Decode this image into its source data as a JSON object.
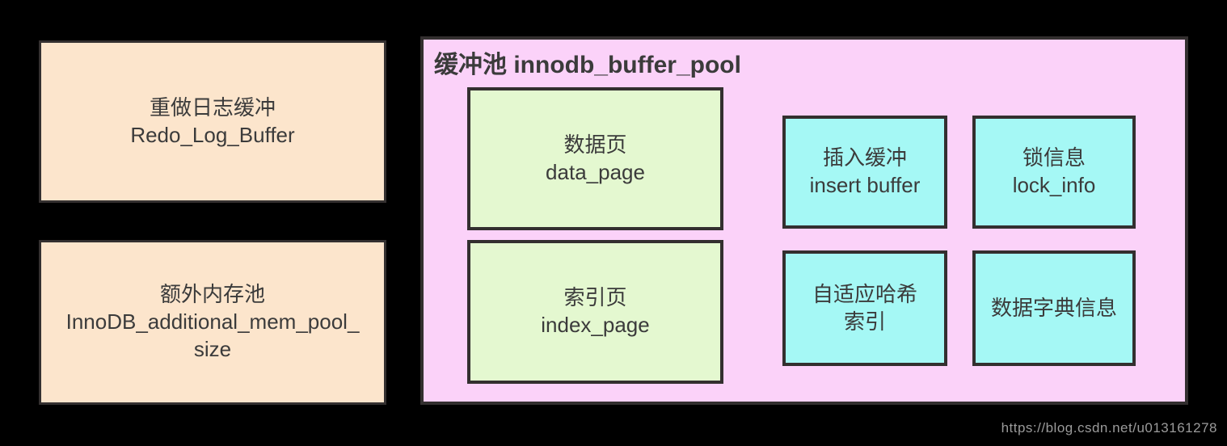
{
  "colors": {
    "background": "#000000",
    "peach_fill": "#fce5cc",
    "pink_fill": "#fbd2f9",
    "green_fill": "#e4f8d0",
    "cyan_fill": "#a5f8f5",
    "border": "#332f2f",
    "text": "#3b3b3b",
    "watermark": "#9a9a9a"
  },
  "left_boxes": {
    "redo_log_buffer": {
      "lines": [
        "重做日志缓冲",
        "Redo_Log_Buffer"
      ]
    },
    "additional_mem_pool": {
      "lines": [
        "额外内存池",
        "InnoDB_additional_mem_pool_",
        "size"
      ]
    }
  },
  "buffer_pool": {
    "title": "缓冲池 innodb_buffer_pool",
    "data_page": {
      "lines": [
        "数据页",
        "data_page"
      ]
    },
    "index_page": {
      "lines": [
        "索引页",
        "index_page"
      ]
    },
    "insert_buffer": {
      "lines": [
        "插入缓冲",
        "insert buffer"
      ]
    },
    "lock_info": {
      "lines": [
        "锁信息",
        "lock_info"
      ]
    },
    "adaptive_hash_index": {
      "lines": [
        "自适应哈希",
        "索引"
      ]
    },
    "data_dictionary": {
      "lines": [
        "数据字典信息"
      ]
    }
  },
  "watermark": "https://blog.csdn.net/u013161278"
}
